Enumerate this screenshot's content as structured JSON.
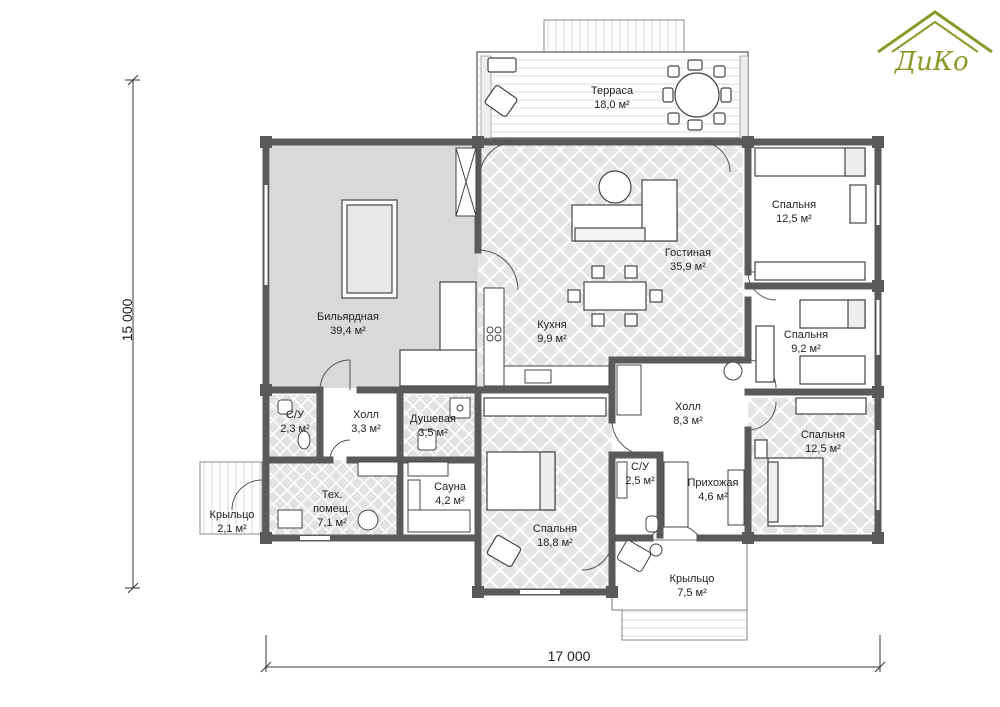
{
  "brand": {
    "logo_text": "ДиКо",
    "color": "#8a9a2a"
  },
  "dimensions": {
    "width_label": "17 000",
    "height_label": "15 000"
  },
  "colors": {
    "wall": "#5a5a5a",
    "gray_room": "#d9d9d9",
    "tile_bg": "#e6e6e6",
    "tile_line": "#ffffff",
    "deck_line": "#9a9a9a"
  },
  "rooms": {
    "terrace": {
      "name": "Терраса",
      "area": "18,0 м²"
    },
    "billiard": {
      "name": "Бильярдная",
      "area": "39,4 м²"
    },
    "living": {
      "name": "Гостиная",
      "area": "35,9 м²"
    },
    "kitchen": {
      "name": "Кухня",
      "area": "9,9 м²"
    },
    "bed1": {
      "name": "Спальня",
      "area": "12,5 м²"
    },
    "bed2": {
      "name": "Спальня",
      "area": "9,2 м²"
    },
    "bed3": {
      "name": "Спальня",
      "area": "12,5 м²"
    },
    "bed4": {
      "name": "Спальня",
      "area": "18,8 м²"
    },
    "hall_main": {
      "name": "Холл",
      "area": "8,3 м²"
    },
    "wc1": {
      "name": "С/У",
      "area": "2,3 м²"
    },
    "hall_small": {
      "name": "Холл",
      "area": "3,3 м²"
    },
    "shower": {
      "name": "Душевая",
      "area": "3,5 м²"
    },
    "tech": {
      "name1": "Тех.",
      "name2": "помещ.",
      "area": "7,1 м²"
    },
    "sauna": {
      "name": "Сауна",
      "area": "4,2 м²"
    },
    "porch_left": {
      "name": "Крыльцо",
      "area": "2,1 м²"
    },
    "wc2": {
      "name": "С/У",
      "area": "2,5 м²"
    },
    "entrance": {
      "name": "Прихожая",
      "area": "4,6 м²"
    },
    "porch_front": {
      "name": "Крыльцо",
      "area": "7,5 м²"
    }
  }
}
